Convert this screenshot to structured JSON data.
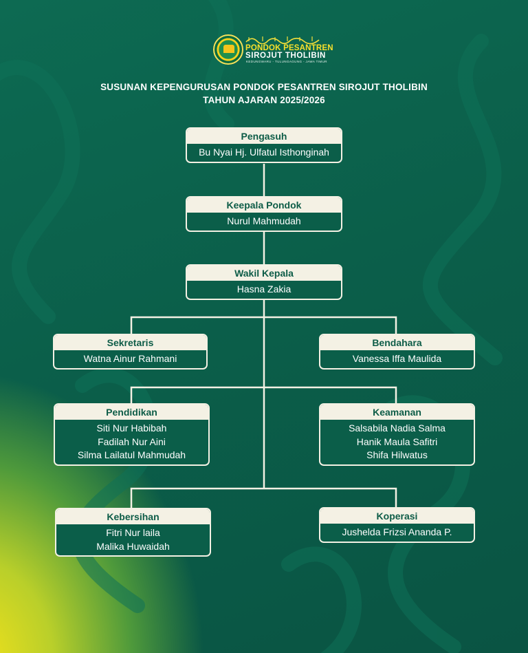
{
  "header": {
    "logo_arabic": "المعهد الإسلامي السلفي سراج الطالبين",
    "logo_line1": "PONDOK PESANTREN",
    "logo_line2": "SIROJUT THOLIBIN",
    "logo_line3": "KEDUNGWARU - TULUNGAGUNG - JAWA TIMUR",
    "title_line1": "SUSUNAN KEPENGURUSAN PONDOK PESANTREN SIROJUT THOLIBIN",
    "title_line2": "TAHUN AJARAN 2025/2026"
  },
  "nodes": {
    "pengasuh": {
      "title": "Pengasuh",
      "members": [
        "Bu Nyai Hj. Ulfatul Isthonginah"
      ]
    },
    "kepala": {
      "title": "Keepala Pondok",
      "members": [
        "Nurul Mahmudah"
      ]
    },
    "wakil": {
      "title": "Wakil Kepala",
      "members": [
        "Hasna Zakia"
      ]
    },
    "sekretaris": {
      "title": "Sekretaris",
      "members": [
        "Watna Ainur Rahmani"
      ]
    },
    "bendahara": {
      "title": "Bendahara",
      "members": [
        "Vanessa Iffa Maulida"
      ]
    },
    "pendidikan": {
      "title": "Pendidikan",
      "members": [
        "Siti Nur Habibah",
        "Fadilah Nur Aini",
        "Silma Lailatul Mahmudah"
      ]
    },
    "keamanan": {
      "title": "Keamanan",
      "members": [
        "Salsabila Nadia Salma",
        "Hanik Maula Safitri",
        "Shifa Hilwatus"
      ]
    },
    "kebersihan": {
      "title": "Kebersihan",
      "members": [
        "Fitri Nur laila",
        "Malika Huwaidah"
      ]
    },
    "koperasi": {
      "title": "Koperasi",
      "members": [
        "Jushelda Frizsi Ananda P."
      ]
    }
  },
  "colors": {
    "background": "#0b5f4a",
    "card_border": "#f4f1e4",
    "card_header_text": "#0d5c47",
    "accent_yellow": "#f4e21a"
  }
}
